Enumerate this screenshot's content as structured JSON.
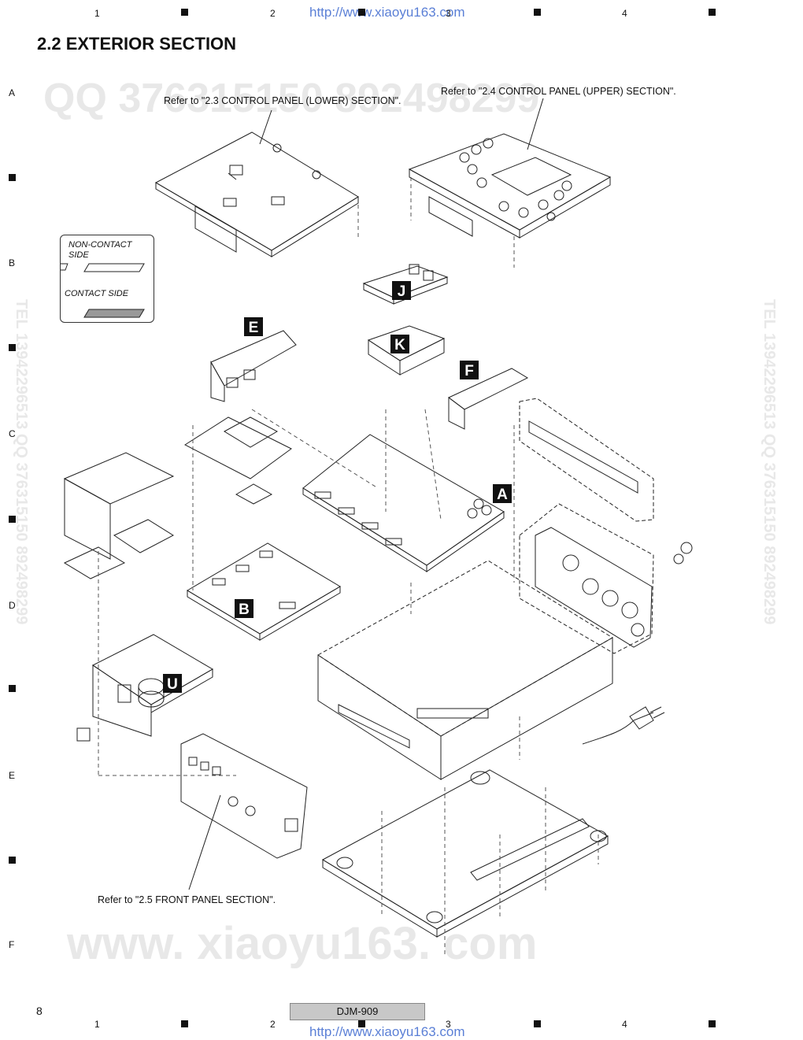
{
  "header": {
    "url": "http://www.xiaoyu163.com",
    "title": "2.2  EXTERIOR SECTION"
  },
  "grid": {
    "columns": [
      "1",
      "2",
      "3",
      "4"
    ],
    "rows": [
      "A",
      "B",
      "C",
      "D",
      "E",
      "F"
    ]
  },
  "watermarks": {
    "qq": "QQ 376315150  892498299",
    "tel": "TEL 13942296513  QQ 376315150  892498299",
    "site": "www. xiaoyu163. com"
  },
  "refs": {
    "lower": "Refer to \"2.3 CONTROL PANEL (LOWER) SECTION\".",
    "upper": "Refer to \"2.4 CONTROL PANEL (UPPER) SECTION\".",
    "front": "Refer to \"2.5 FRONT PANEL SECTION\"."
  },
  "legend": {
    "non_contact": "NON-CONTACT SIDE",
    "contact": "CONTACT SIDE"
  },
  "boards": [
    "E",
    "J",
    "K",
    "F",
    "A",
    "B",
    "U"
  ],
  "footer": {
    "page": "8",
    "model": "DJM-909",
    "url": "http://www.xiaoyu163.com"
  },
  "colors": {
    "url": "#5a7fd6",
    "ink": "#111111",
    "watermark": "#e8e8e8",
    "model_box": "#c8c8c8"
  }
}
